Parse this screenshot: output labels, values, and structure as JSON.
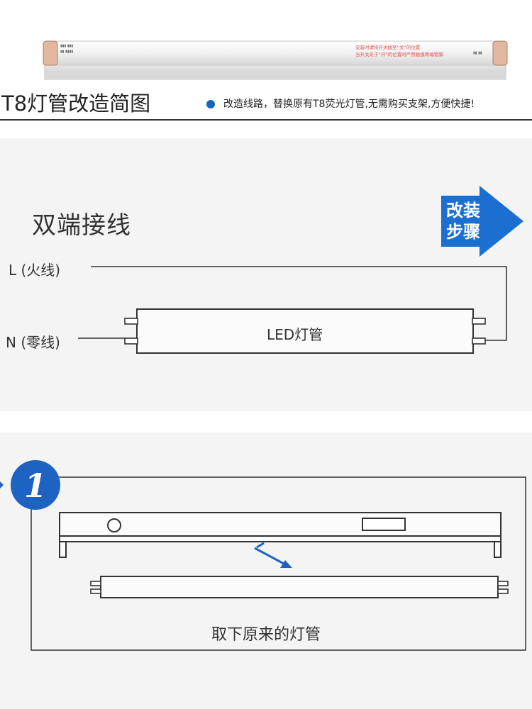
{
  "header": {
    "title": "T8灯管改造简图",
    "description": "改造线路，替换原有T8荧光灯管,无需购买支架,方便快捷!",
    "photo_label_lines": [
      "安装时请将开关拨至“关”的位置",
      "当开关处于“开”的位置时严禁触摸两端管脚"
    ]
  },
  "wiring": {
    "title": "双端接线",
    "live_label": "L (火线)",
    "neutral_label": "N (零线)",
    "tube_label": "LED灯管",
    "steps_badge_line1": "改装",
    "steps_badge_line2": "步骤",
    "badge_color": "#1a6fd1"
  },
  "step1": {
    "number": "1",
    "caption": "取下原来的灯管",
    "accent_color": "#1e63c2"
  }
}
